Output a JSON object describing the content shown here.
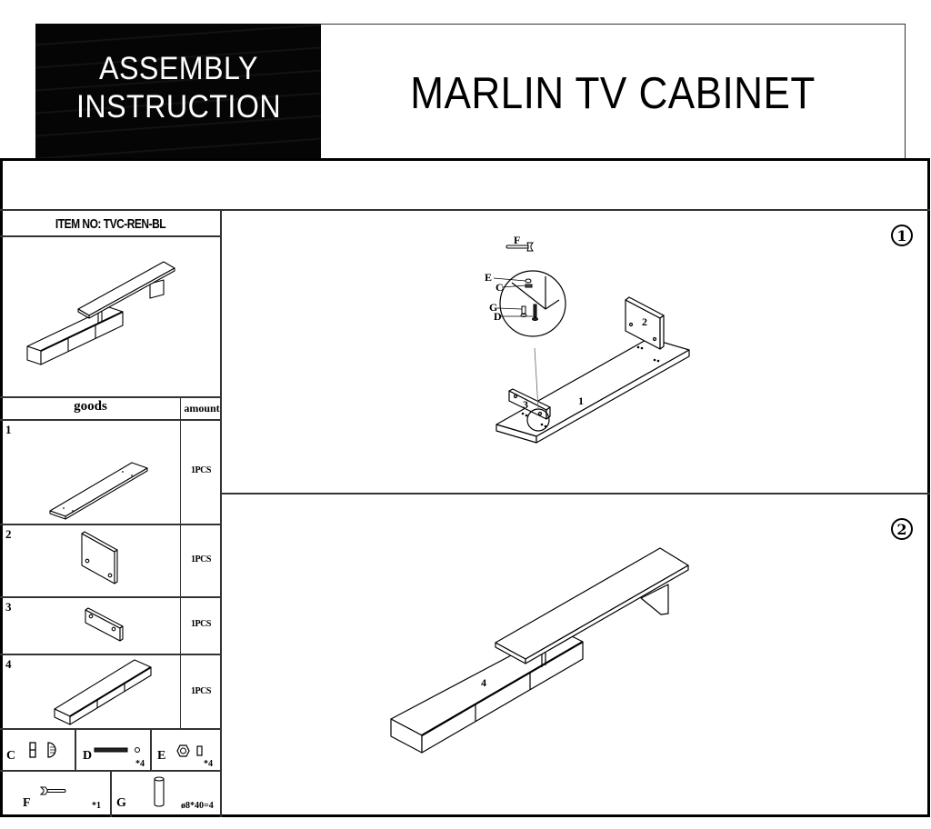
{
  "header": {
    "badge_line1": "ASSEMBLY",
    "badge_line2": "INSTRUCTION",
    "product_title": "MARLIN TV CABINET"
  },
  "parts_panel": {
    "item_no": "ITEM NO: TVC-REN-BL",
    "overview_image": "assembled-cabinet-illustration",
    "columns": {
      "goods": "goods",
      "amount": "amount"
    },
    "parts": [
      {
        "number": "1",
        "name": "base-board",
        "amount": "1PCS"
      },
      {
        "number": "2",
        "name": "large-side-panel",
        "amount": "1PCS"
      },
      {
        "number": "3",
        "name": "small-side-panel",
        "amount": "1PCS"
      },
      {
        "number": "4",
        "name": "drawer-cabinet",
        "amount": "1PCS"
      }
    ],
    "hardware": [
      {
        "label": "C",
        "icon": "cam-lock-icon",
        "qty": ""
      },
      {
        "label": "D",
        "icon": "screw-bolt-icon",
        "qty": "*4"
      },
      {
        "label": "E",
        "icon": "nut-icon",
        "qty": "*4"
      },
      {
        "label": "F",
        "icon": "wrench-icon",
        "qty": "*1"
      },
      {
        "label": "G",
        "icon": "dowel-icon",
        "qty": "ø8*40=4"
      }
    ]
  },
  "steps": [
    {
      "marker": "1",
      "tool": "F",
      "callout_labels": [
        "E",
        "C",
        "G",
        "D"
      ],
      "part_labels": [
        "1",
        "2",
        "3"
      ]
    },
    {
      "marker": "2",
      "part_labels": [
        "4"
      ]
    }
  ]
}
